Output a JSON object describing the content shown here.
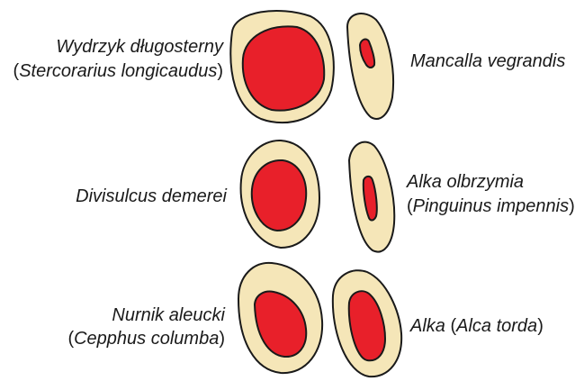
{
  "colors": {
    "bone_wall": "#f5e6b8",
    "marrow_cavity": "#e8202a",
    "outline": "#1a1a1a",
    "text": "#1a1a1a"
  },
  "specimens": [
    {
      "key": "wydrzyk",
      "line1_plain": "Wydrzyk długosterny",
      "line2_open": "(",
      "line2_italic": "Stercorarius longicaudus",
      "line2_close": ")"
    },
    {
      "key": "mancalla",
      "line1_plain": "Mancalla vegrandis"
    },
    {
      "key": "divisulcus",
      "line1_plain": "Divisulcus demerei"
    },
    {
      "key": "alka-olbrzymia",
      "line1_plain": "Alka olbrzymia",
      "line2_open": "(",
      "line2_italic": "Pinguinus impennis",
      "line2_close": ")"
    },
    {
      "key": "nurnik",
      "line1_plain": "Nurnik aleucki",
      "line2_open": "(",
      "line2_italic": "Cepphus columba",
      "line2_close": ")"
    },
    {
      "key": "alka",
      "line1_plain": "Alka",
      "line1_open": " (",
      "line1_italic": "Alca torda",
      "line1_close": ")"
    }
  ]
}
